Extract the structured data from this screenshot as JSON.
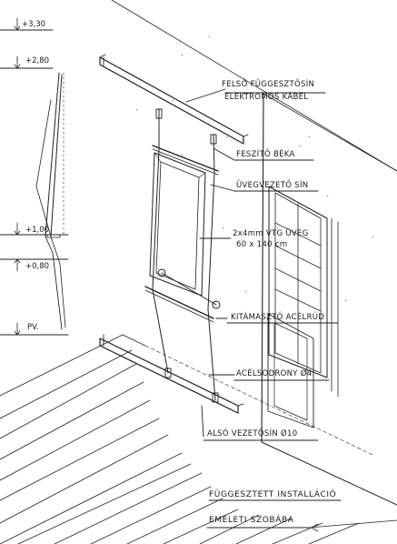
{
  "levels": {
    "top": "+3,30",
    "upper": "+2,80",
    "mid1": "+1,00",
    "mid2": "+0,80",
    "floor": "PV."
  },
  "callouts": {
    "rail_top": "FELSŐ FÜGGESZTŐSÍN",
    "cable": "ELEKTROMOS KÁBEL",
    "clamp": "FESZÍTŐ BÉKA",
    "glass_guide": "ÜVEGVEZETŐ SÍN",
    "glass_spec_1": "2x4mm VTG ÜVEG",
    "glass_spec_2": "60 x 140 cm",
    "rod": "KITÁMASZTÓ ACÉLRÚD",
    "wire": "ACÉLSODRONY Ø4.",
    "rail_bottom": "ALSÓ VEZETŐSÍN Ø10"
  },
  "title": {
    "line1": "FÜGGESZTETT INSTALLÁCIÓ",
    "line2": "EMELETI SZOBÁBA"
  }
}
